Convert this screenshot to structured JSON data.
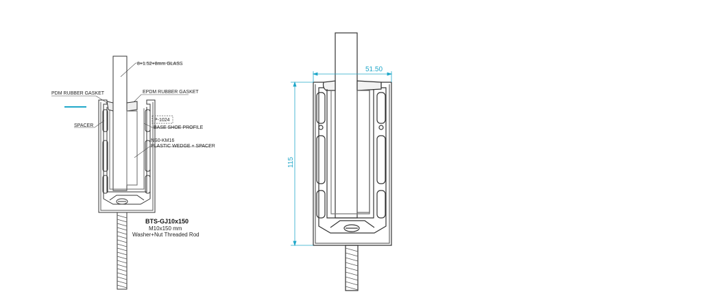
{
  "colors": {
    "line": "#333333",
    "dimension": "#1fa7c9",
    "accent": "#1fa7c9",
    "background": "#ffffff"
  },
  "left_detail": {
    "callouts": {
      "glass": "8+1.52+8mm GLASS",
      "gasket_left": "PDM RUBBER GASKET",
      "gasket_right": "EPDM RUBBER GASKET",
      "spacer": "SPACER",
      "profile_code": "P-1024",
      "profile_name": "BASE SHOE PROFILE",
      "wedge_code": "NS0-KM16",
      "wedge_name": "PLASTIC WEDGE + SPACER"
    },
    "rod": {
      "code": "BTS-GJ10x150",
      "size": "M10x150 mm",
      "description": "Washer+Nut Threaded Rod"
    }
  },
  "right_detail": {
    "width_dimension": "51.50",
    "height_dimension": "115"
  }
}
